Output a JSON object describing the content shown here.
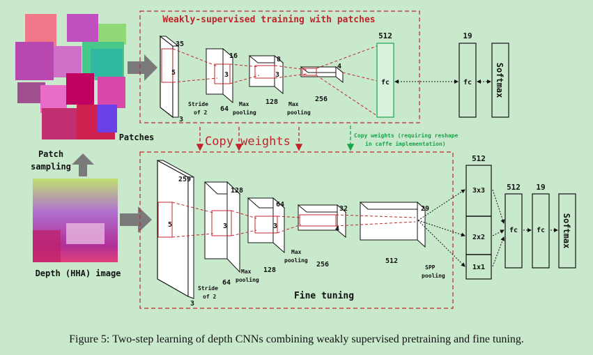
{
  "top": {
    "title": "Weakly-supervised training with patches",
    "conv1": {
      "depth": "3",
      "width": "35",
      "kernel": "5",
      "stride": "Stride\nof 2"
    },
    "conv2": {
      "depth": "64",
      "width": "16",
      "kernel": "3",
      "pool": "Max\npooling"
    },
    "conv3": {
      "depth": "128",
      "width": "8",
      "kernel": "3",
      "pool": "Max\npooling"
    },
    "conv4": {
      "depth": "256",
      "width": "4"
    },
    "fc1": {
      "size": "512",
      "label": "fc"
    },
    "fc2": {
      "size": "19",
      "label": "fc"
    },
    "softmax": "Softmax"
  },
  "copy": {
    "weights": "Copy weights",
    "note": "Copy weights (requiring reshape\nin caffe implementation)"
  },
  "bottom": {
    "title": "Fine tuning",
    "conv1": {
      "depth": "3",
      "width": "259",
      "kernel": "5",
      "stride": "Stride\nof 2"
    },
    "conv2": {
      "depth": "64",
      "width": "128",
      "kernel": "3",
      "pool": "Max\npooling"
    },
    "conv3": {
      "depth": "128",
      "width": "64",
      "kernel": "3",
      "pool": "Max\npooling"
    },
    "conv4": {
      "depth": "256",
      "width": "32",
      "kernel": "4"
    },
    "conv5": {
      "depth": "512",
      "width": "29"
    },
    "spp": "SPP\npooling",
    "spp_bins": {
      "size": "512",
      "bins": [
        "3x3",
        "2x2",
        "1x1"
      ]
    },
    "fc1": {
      "size": "512",
      "label": "fc"
    },
    "fc2": {
      "size": "19",
      "label": "fc"
    },
    "softmax": "Softmax"
  },
  "left": {
    "patches_label": "Patches",
    "sampling_label": "Patch\nsampling",
    "image_label": "Depth (HHA) image"
  },
  "caption": "Figure 5: Two-step learning of depth CNNs combining weakly supervised pretraining and fine tuning.",
  "colors": {
    "dashed_red": "#c0242a",
    "green": "#1aa34a",
    "arrow_gray": "#7a7a7a"
  }
}
